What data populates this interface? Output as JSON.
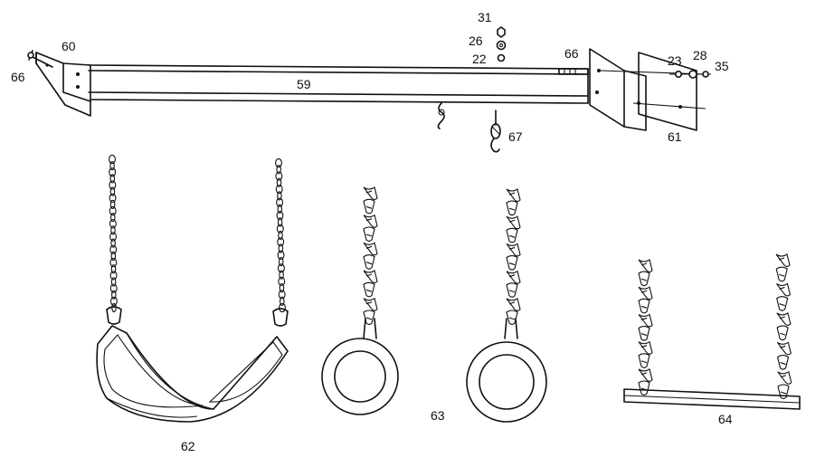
{
  "labels": {
    "p66a": "66",
    "p60": "60",
    "p59": "59",
    "p31": "31",
    "p26": "26",
    "p22": "22",
    "p66b": "66",
    "p23": "23",
    "p28": "28",
    "p35": "35",
    "p61": "61",
    "p67": "67",
    "p62": "62",
    "p63": "63",
    "p64": "64"
  }
}
